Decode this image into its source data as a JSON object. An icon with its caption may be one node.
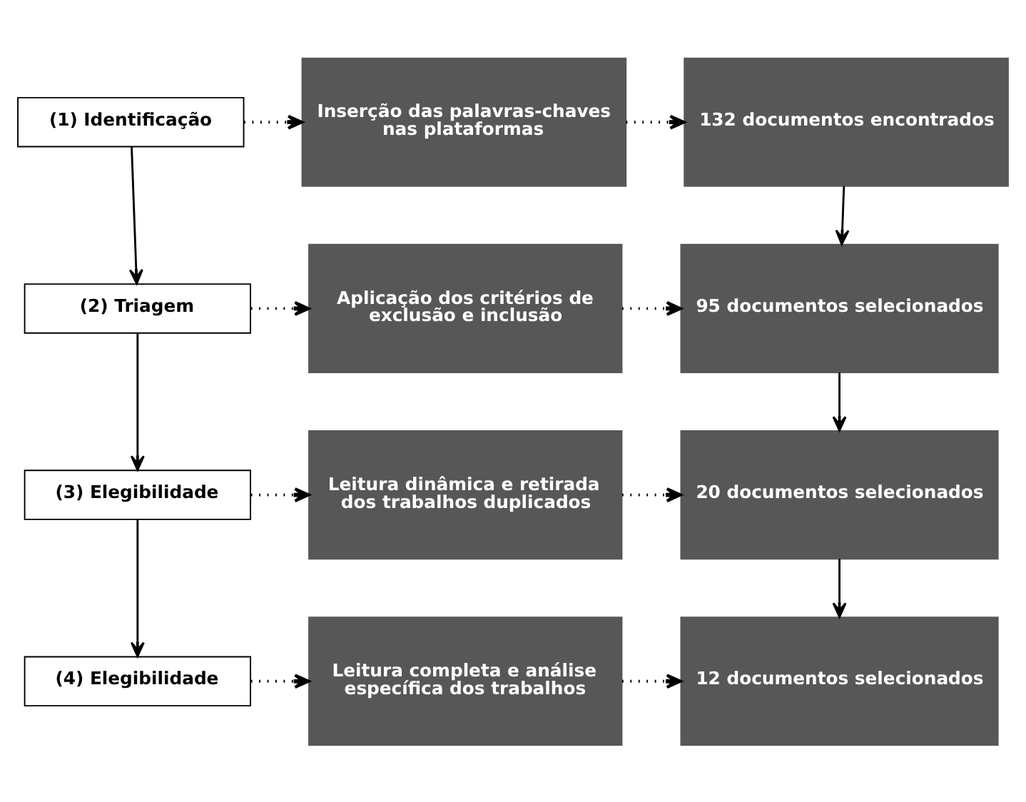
{
  "diagram": {
    "nodes": [
      {
        "text": [
          "(1) Identificação"
        ]
      },
      {
        "text": [
          "Inserção das palavras-chaves nas plataformas"
        ]
      },
      {
        "text": [
          "132 documentos encontrados"
        ]
      },
      {
        "text": [
          "(2) Triagem"
        ]
      },
      {
        "text": [
          "Aplicação dos critérios de exclusão e inclusão"
        ]
      },
      {
        "text": [
          "95 documentos selecionados"
        ]
      },
      {
        "text": [
          "(3) Elegibilidade"
        ]
      },
      {
        "text": [
          "Leitura dinâmica e retirada dos trabalhos duplicados"
        ]
      },
      {
        "text": [
          "20 documentos selecionados"
        ]
      },
      {
        "text": [
          "(4) Elegibilidade"
        ]
      },
      {
        "text": [
          "Leitura completa e análise específica dos trabalhos"
        ]
      },
      {
        "text": [
          "12 documentos selecionados"
        ]
      }
    ],
    "edges": [
      {
        "from": 0,
        "to": 1,
        "arrow": "to",
        "style": "dashed"
      },
      {
        "from": 1,
        "to": 2,
        "arrow": "to",
        "style": "dashed"
      },
      {
        "from": 3,
        "to": 4,
        "arrow": "to",
        "style": "dashed"
      },
      {
        "from": 4,
        "to": 5,
        "arrow": "to",
        "style": "dashed"
      },
      {
        "from": 6,
        "to": 7,
        "arrow": "to",
        "style": "dashed"
      },
      {
        "from": 7,
        "to": 8,
        "arrow": "to",
        "style": "dashed"
      },
      {
        "from": 9,
        "to": 10,
        "arrow": "to",
        "style": "dashed"
      },
      {
        "from": 10,
        "to": 11,
        "arrow": "to",
        "style": "dashed"
      },
      {
        "from": 0,
        "to": 3,
        "arrow": "to"
      },
      {
        "from": 3,
        "to": 6,
        "arrow": "to"
      },
      {
        "from": 6,
        "to": 9,
        "arrow": "to"
      },
      {
        "from": 2,
        "to": 5,
        "arrow": "to"
      },
      {
        "from": 5,
        "to": 8,
        "arrow": "to"
      },
      {
        "from": 8,
        "to": 11,
        "arrow": "to"
      }
    ]
  }
}
